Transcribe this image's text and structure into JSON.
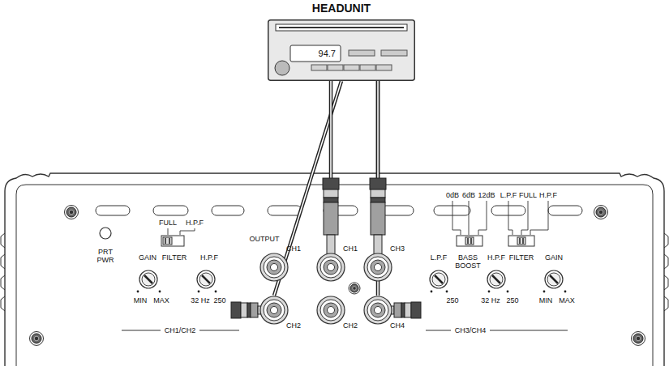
{
  "diagram": {
    "nodes": [
      {
        "text": [
          "HEADUNIT",
          "94.7"
        ]
      },
      {
        "text": [
          "CH1"
        ]
      },
      {
        "text": [
          "CH1"
        ]
      },
      {
        "text": [
          "CH3"
        ]
      },
      {
        "text": [
          "CH2"
        ]
      },
      {
        "text": [
          "CH2"
        ]
      },
      {
        "text": [
          "CH4"
        ]
      }
    ],
    "edges": [
      {
        "from": 0,
        "to": 4,
        "arrow": "none"
      },
      {
        "from": 0,
        "to": 2,
        "arrow": "none"
      },
      {
        "from": 0,
        "to": 3,
        "arrow": "none"
      },
      {
        "from": 0,
        "to": 6,
        "arrow": "none"
      }
    ],
    "labels": [
      "FULL",
      "H.P.F",
      "PRT PWR",
      "GAIN",
      "FILTER",
      "H.P.F",
      "MIN",
      "MAX",
      "32 Hz",
      "250",
      "CH1/CH2",
      "OUTPUT",
      "0dB",
      "6dB",
      "12dB",
      "L.P.F",
      "FULL",
      "H.P.F",
      "L.P.F",
      "BASS BOOST",
      "H.P.F",
      "FILTER",
      "GAIN",
      "250",
      "32 Hz",
      "250",
      "MIN",
      "MAX",
      "CH3/CH4"
    ]
  }
}
